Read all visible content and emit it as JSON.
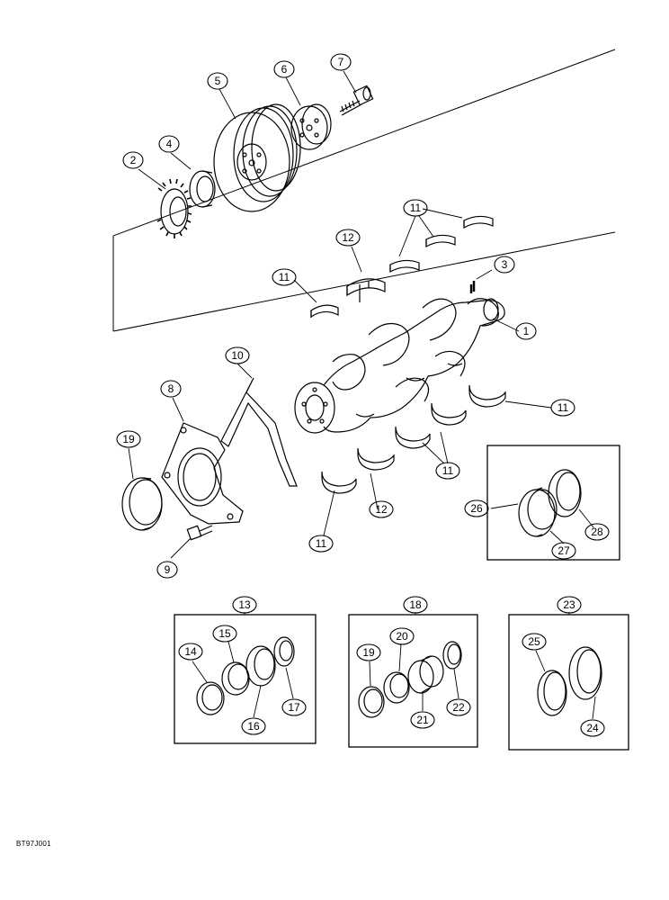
{
  "figure_code": "BT97J001",
  "callouts": {
    "c1": "1",
    "c2": "2",
    "c3": "3",
    "c4": "4",
    "c5": "5",
    "c6": "6",
    "c7": "7",
    "c8": "8",
    "c9": "9",
    "c10": "10",
    "c11a": "11",
    "c11b": "11",
    "c11c": "11",
    "c11d": "11",
    "c11e": "11",
    "c12a": "12",
    "c12b": "12",
    "c13": "13",
    "c14": "14",
    "c15": "15",
    "c16": "16",
    "c17": "17",
    "c18": "18",
    "c19a": "19",
    "c19b": "19",
    "c20": "20",
    "c21": "21",
    "c22": "22",
    "c23": "23",
    "c24": "24",
    "c25": "25",
    "c26": "26",
    "c27": "27",
    "c28": "28"
  }
}
